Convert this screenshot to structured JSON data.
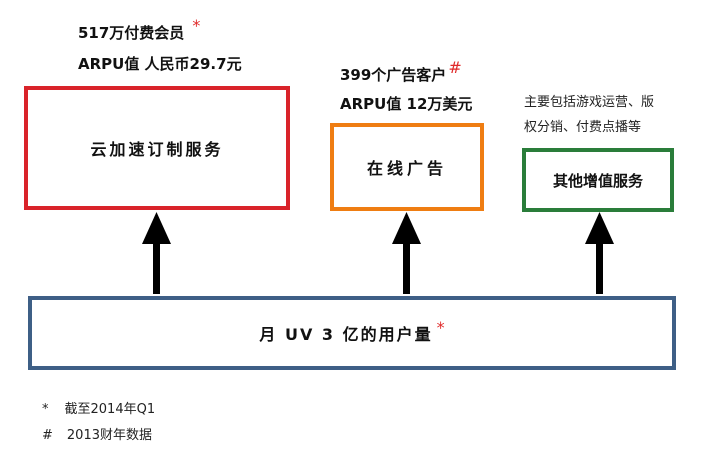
{
  "notes": {
    "cloud_line1": "517万付费会员",
    "cloud_mark": "*",
    "cloud_line2": "ARPU值 人民币29.7元",
    "ad_line1": "399个广告客户",
    "ad_mark": "#",
    "ad_line2": "ARPU值 12万美元",
    "other_line1": "主要包括游戏运营、版",
    "other_line2": "权分销、付费点播等"
  },
  "boxes": {
    "cloud": "云加速订制服务",
    "ad": "在线广告",
    "other": "其他增值服务",
    "uv": "月 UV 3 亿的用户量",
    "uv_mark": "*"
  },
  "footnotes": [
    {
      "mark": "*",
      "text": "截至2014年Q1"
    },
    {
      "mark": "#",
      "text": "2013财年数据"
    }
  ],
  "colors": {
    "cloud_border": "#d9232a",
    "ad_border": "#ef7d12",
    "other_border": "#2a7d3a",
    "uv_border": "#3e5f86",
    "mark_red": "#e02a2a"
  }
}
